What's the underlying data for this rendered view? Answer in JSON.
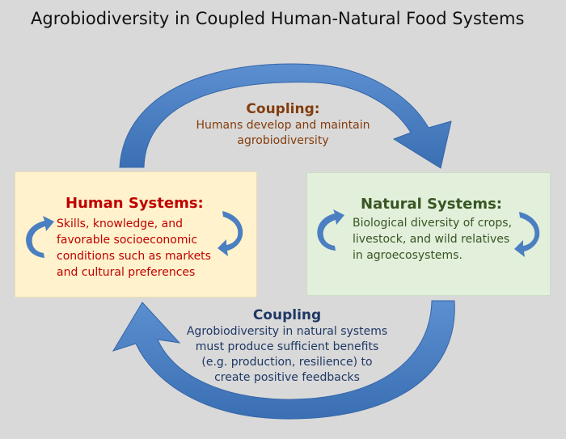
{
  "title": "Agrobiodiversity in Coupled Human-Natural Food Systems",
  "human_systems": {
    "heading": "Human Systems:",
    "lines": [
      "Skills, knowledge, and",
      "favorable socioeconomic",
      "conditions such as markets",
      "and cultural preferences"
    ]
  },
  "natural_systems": {
    "heading": "Natural Systems:",
    "lines": [
      "Biological diversity of crops,",
      "livestock, and wild relatives",
      "in agroecosystems."
    ]
  },
  "coupling_top": {
    "heading": "Coupling:",
    "lines": [
      "Humans develop and maintain",
      "agrobiodiversity"
    ]
  },
  "coupling_bottom": {
    "heading": "Coupling",
    "lines": [
      "Agrobiodiversity in natural systems",
      "must produce sufficient benefits",
      "(e.g. production, resilience) to",
      "create positive feedbacks"
    ]
  },
  "colors": {
    "background": "#d9d9d9",
    "arrow": "#4a7fc1",
    "human_box": "#fff2cc",
    "natural_box": "#e2efda",
    "human_text": "#c00000",
    "natural_text": "#375623",
    "coupling_top_text": "#843c0c",
    "coupling_bottom_text": "#1f3864"
  }
}
